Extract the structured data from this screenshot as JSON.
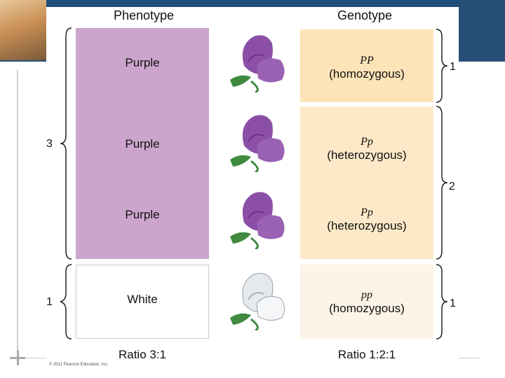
{
  "headers": {
    "phenotype": "Phenotype",
    "genotype": "Genotype"
  },
  "rows": [
    {
      "phenotype": "Purple",
      "symbol": "PP",
      "type": "(homozygous)",
      "flower": "purple-flower-icon"
    },
    {
      "phenotype": "Purple",
      "symbol": "Pp",
      "type": "(heterozygous)",
      "flower": "purple-flower-icon"
    },
    {
      "phenotype": "Purple",
      "symbol": "Pp",
      "type": "(heterozygous)",
      "flower": "purple-flower-icon"
    },
    {
      "phenotype": "White",
      "symbol": "pp",
      "type": "(homozygous)",
      "flower": "white-flower-icon"
    }
  ],
  "left_counts": {
    "purple": "3",
    "white": "1"
  },
  "right_counts": {
    "pp_upper": "1",
    "pp_het": "2",
    "pp_lower": "1"
  },
  "ratios": {
    "phenotype": "Ratio 3:1",
    "genotype": "Ratio 1:2:1"
  },
  "copyright": "© 2011 Pearson Education, Inc.",
  "colors": {
    "purple_column": "#cca5cd",
    "genotype_cell": "#fde3b8",
    "banner": "#1d4f79"
  }
}
